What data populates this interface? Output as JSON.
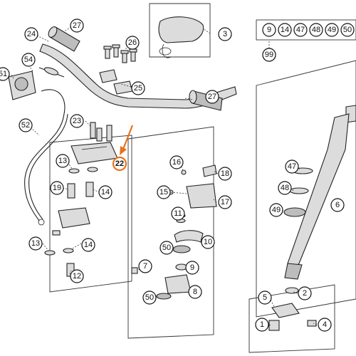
{
  "diagram": {
    "highlight_color": "#e8731a",
    "selected_part": "22",
    "callouts": [
      "1",
      "2",
      "3",
      "4",
      "5",
      "6",
      "7",
      "8",
      "9",
      "10",
      "11",
      "12",
      "13",
      "13",
      "14",
      "14",
      "14",
      "15",
      "16",
      "17",
      "18",
      "19",
      "22",
      "23",
      "24",
      "25",
      "26",
      "27",
      "27",
      "47",
      "48",
      "49",
      "50",
      "50",
      "51",
      "52",
      "54",
      "99"
    ],
    "header_group": [
      "9",
      "14",
      "47",
      "48",
      "49",
      "50"
    ],
    "header_total": "99"
  }
}
